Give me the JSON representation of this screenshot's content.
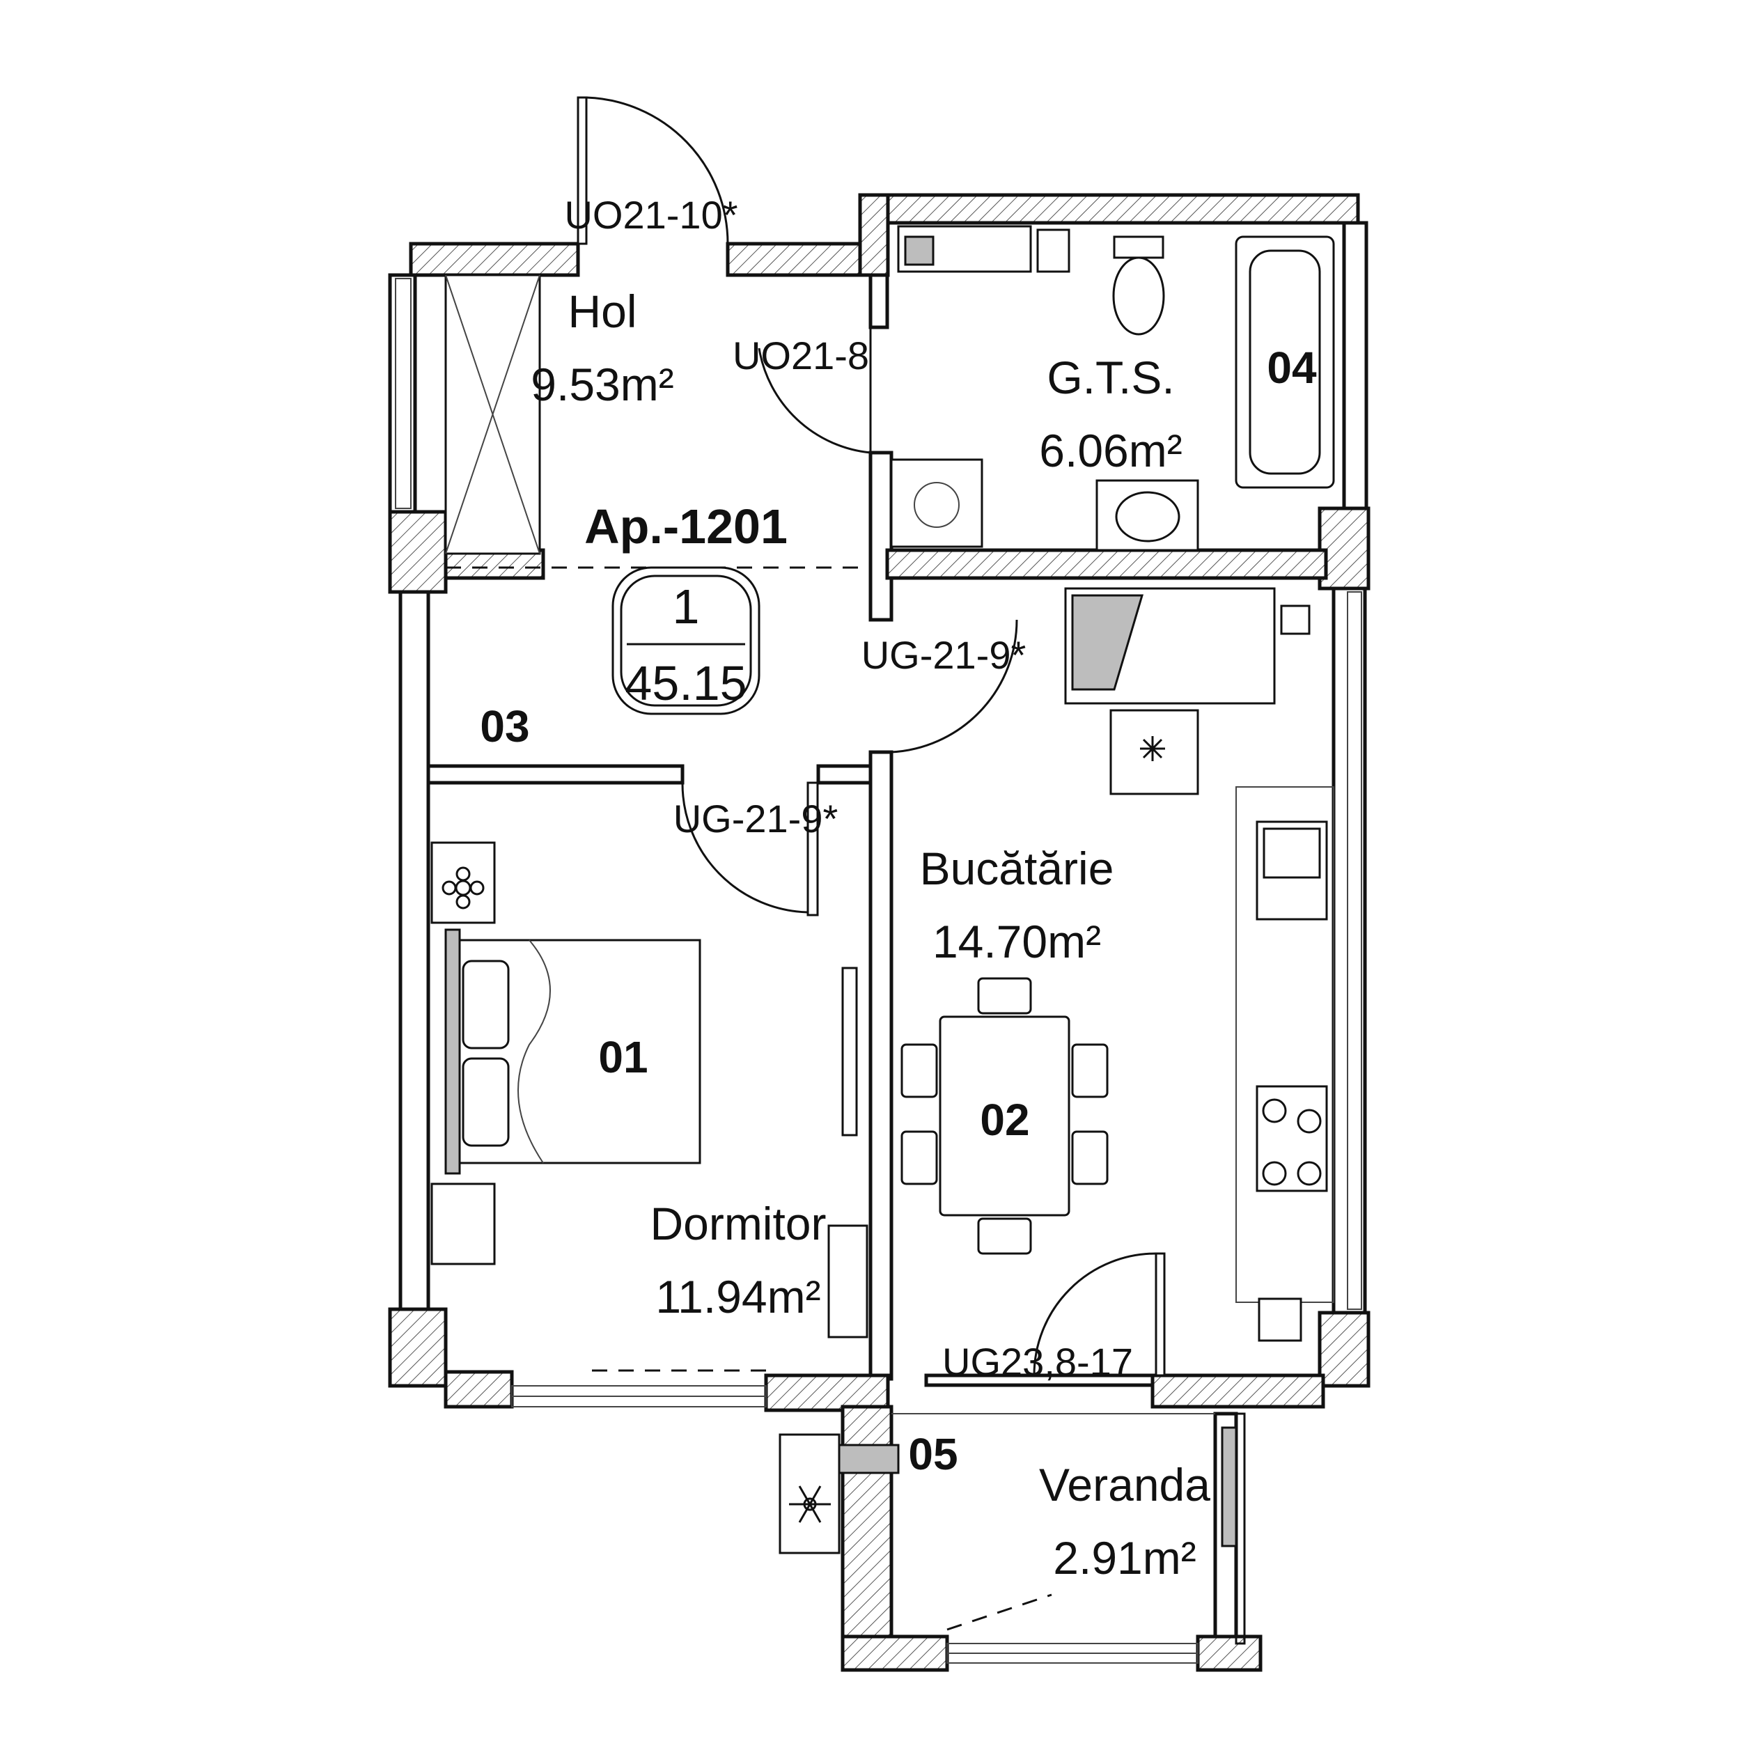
{
  "apartment": {
    "title": "Ap.-1201",
    "room_count": "1",
    "total_area": "45.15"
  },
  "rooms": [
    {
      "id": "hol",
      "number": "",
      "name": "Hol",
      "area": "9.53m²"
    },
    {
      "id": "gts",
      "number": "04",
      "name": "G.T.S.",
      "area": "6.06m²"
    },
    {
      "id": "bucatarie",
      "number": "02",
      "name": "Bucătărie",
      "area": "14.70m²"
    },
    {
      "id": "dormitor",
      "number": "01",
      "name": "Dormitor",
      "area": "11.94m²"
    },
    {
      "id": "veranda",
      "number": "05",
      "name": "Veranda",
      "area": "2.91m²"
    },
    {
      "id": "hall-03",
      "number": "03",
      "name": "",
      "area": ""
    }
  ],
  "door_codes": {
    "entry": "UO21-10*",
    "bathroom": "UO21-8",
    "kitchen": "UG-21-9*",
    "bedroom": "UG-21-9*",
    "balcony": "UG23,8-17"
  },
  "icons": [
    "snowflake-icon",
    "flower-icon",
    "sun-icon"
  ]
}
